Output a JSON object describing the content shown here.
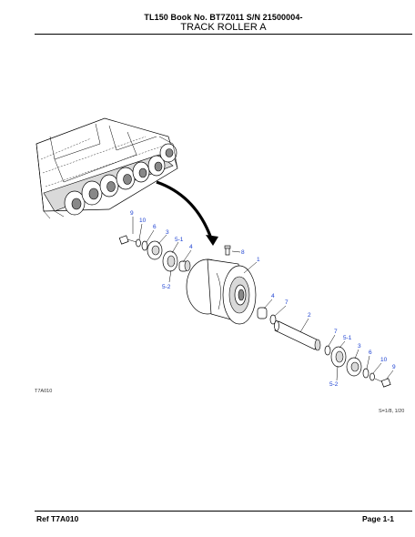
{
  "header": {
    "line1": "TL150  Book No. BT7Z011  S/N 21500004-",
    "title": "TRACK ROLLER A"
  },
  "figure_code": "T7A010",
  "scale_note": "S=1/8, 1/20",
  "footer": {
    "ref": "Ref   T7A010",
    "page": "Page   1-1"
  },
  "callouts": {
    "left_9": "9",
    "left_10": "10",
    "left_6": "6",
    "left_3": "3",
    "left_5_1": "5-1",
    "left_4": "4",
    "left_5_2": "5-2",
    "center_8": "8",
    "center_1": "1",
    "right_4": "4",
    "right_7_a": "7",
    "right_2": "2",
    "right_7_b": "7",
    "right_5_1": "5-1",
    "right_3": "3",
    "right_6": "6",
    "right_10": "10",
    "right_9": "9",
    "right_5_2": "5-2"
  }
}
